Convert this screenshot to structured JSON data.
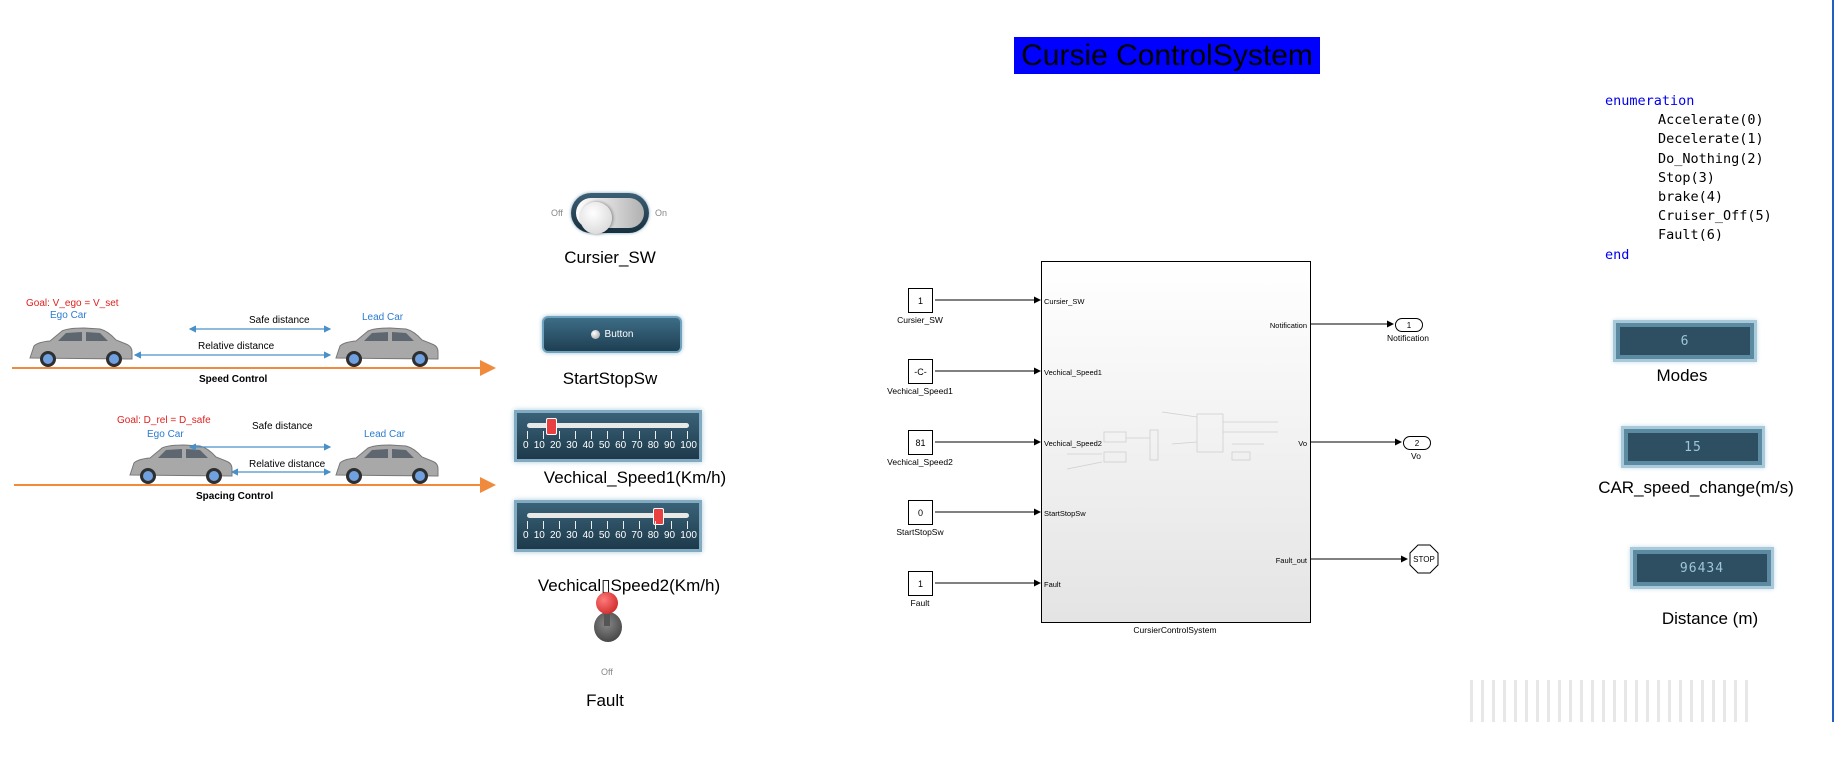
{
  "title": "Cursie ControlSystem",
  "enumeration": {
    "keyword_start": "enumeration",
    "members": [
      "Accelerate(0)",
      "Decelerate(1)",
      "Do_Nothing(2)",
      "Stop(3)",
      "brake(4)",
      "Cruiser_Off(5)",
      "Fault(6)"
    ],
    "keyword_end": "end"
  },
  "controls": {
    "cursier_sw": {
      "label": "Cursier_SW",
      "off": "Off",
      "on": "On",
      "state": "Off"
    },
    "start_stop": {
      "label": "StartStopSw",
      "button_text": "Button"
    },
    "speed1": {
      "label": "Vechical_Speed1(Km/h)",
      "value": 15,
      "min": 0,
      "max": 100,
      "ticks": [
        "0",
        "10",
        "20",
        "30",
        "40",
        "50",
        "60",
        "70",
        "80",
        "90",
        "100"
      ]
    },
    "speed2": {
      "label": "Vechical▯Speed2(Km/h)",
      "value": 81,
      "min": 0,
      "max": 100,
      "ticks": [
        "0",
        "10",
        "20",
        "30",
        "40",
        "50",
        "60",
        "70",
        "80",
        "90",
        "100"
      ]
    },
    "fault": {
      "label": "Fault",
      "state": "Off"
    }
  },
  "displays": {
    "modes": {
      "label": "Modes",
      "value": "6"
    },
    "car_speed_change": {
      "label": "CAR_speed_change(m/s)",
      "value": "15"
    },
    "distance": {
      "label": "Distance  (m)",
      "value": "96434"
    }
  },
  "diagram": {
    "speed_control": {
      "goal": "Goal: V_ego = V_set",
      "ego": "Ego Car",
      "lead": "Lead Car",
      "safe": "Safe distance",
      "relative": "Relative distance",
      "caption": "Speed Control"
    },
    "spacing_control": {
      "goal": "Goal: D_rel = D_safe",
      "ego": "Ego Car",
      "lead": "Lead Car",
      "safe": "Safe distance",
      "relative": "Relative distance",
      "caption": "Spacing Control"
    }
  },
  "model": {
    "subsystem_name": "CursierControlSystem",
    "inputs": [
      {
        "value": "1",
        "name": "Cursier_SW",
        "port": "Cursier_SW"
      },
      {
        "value": "-C-",
        "name": "Vechical_Speed1",
        "port": "Vechical_Speed1"
      },
      {
        "value": "81",
        "name": "Vechical_Speed2",
        "port": "Vechical_Speed2"
      },
      {
        "value": "0",
        "name": "StartStopSw",
        "port": "StartStopSw"
      },
      {
        "value": "1",
        "name": "Fault",
        "port": "Fault"
      }
    ],
    "outputs": [
      {
        "port": "Notification",
        "num": "1",
        "name": "Notification"
      },
      {
        "port": "Vo",
        "num": "2",
        "name": "Vo"
      },
      {
        "port": "Fault_out",
        "num": "STOP",
        "name": ""
      }
    ]
  },
  "colors": {
    "title_bg": "#0000ff",
    "keyword": "#0000ee",
    "goal_text": "#e02020",
    "car_label": "#2a7bd0",
    "road": "#f08a3c",
    "arrow": "#4a90c8"
  }
}
